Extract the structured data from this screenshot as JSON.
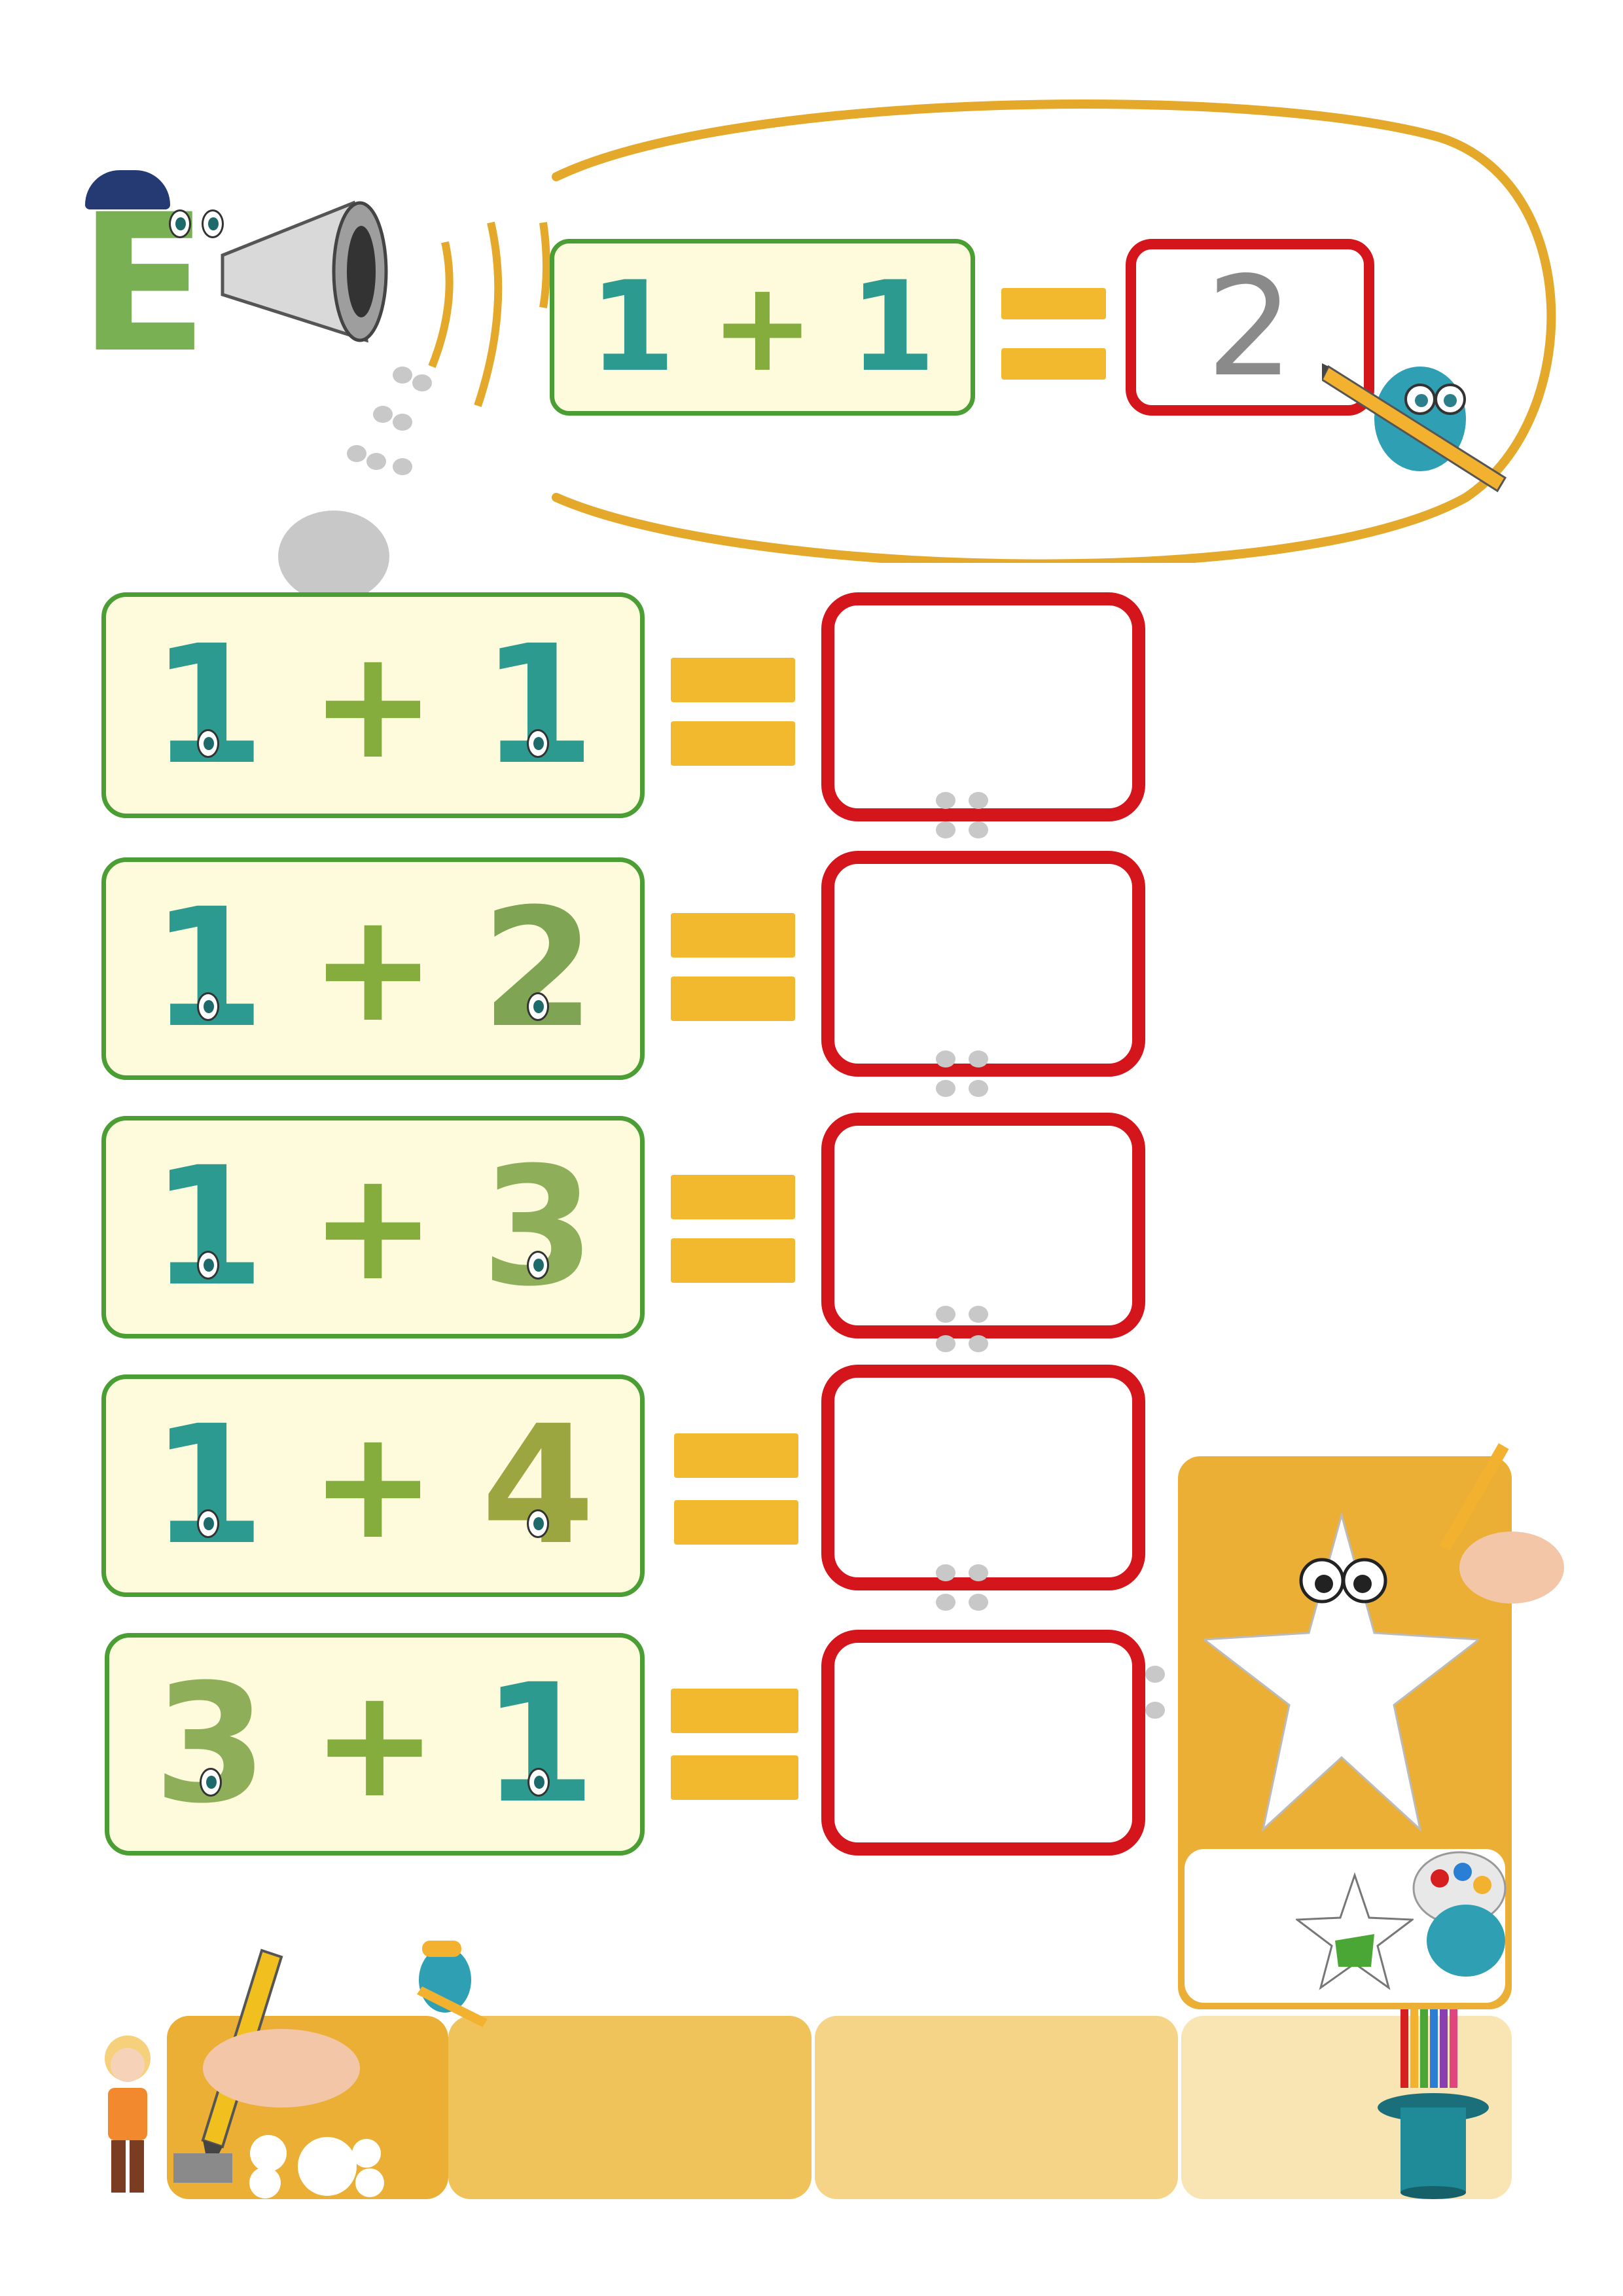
{
  "example": {
    "left": "1",
    "operator": "+",
    "right": "1",
    "equals": "=",
    "answer": "2",
    "megaphone_letter": "E"
  },
  "exercises": [
    {
      "left": "1",
      "operator": "+",
      "right": "1",
      "equals": "="
    },
    {
      "left": "1",
      "operator": "+",
      "right": "2",
      "equals": "="
    },
    {
      "left": "1",
      "operator": "+",
      "right": "3",
      "equals": "="
    },
    {
      "left": "1",
      "operator": "+",
      "right": "4",
      "equals": "="
    },
    {
      "left": "3",
      "operator": "+",
      "right": "1",
      "equals": "="
    }
  ],
  "colors": {
    "frame_green": "#4a9e34",
    "frame_red": "#d4161c",
    "equals_yellow": "#f2b92e",
    "panel_orange": "#eaaf34",
    "card_cream": "#fefbdc",
    "ellipse_orange": "#e4a92a"
  },
  "icons": [
    "megaphone-icon",
    "monster-mascot-icon",
    "pencil-icon",
    "star-creature-icon",
    "hand-drawing-icon",
    "paw-prints-icon",
    "magic-hat-icon",
    "paint-palette-icon",
    "child-figure-icon"
  ]
}
